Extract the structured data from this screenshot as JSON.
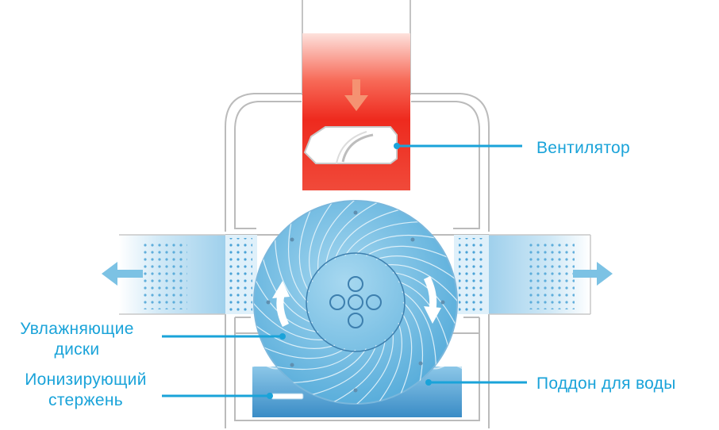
{
  "labels": {
    "fan": "Вентилятор",
    "discs_line1": "Увлажняющие",
    "discs_line2": "диски",
    "rod_line1": "Ионизирующий",
    "rod_line2": "стержень",
    "tray": "Поддон для воды"
  },
  "colors": {
    "accent": "#1aa3d9",
    "hot_air": "#ee2a1e",
    "hot_arrow": "#f59272",
    "disc_fill": "#7cc2e4",
    "water": "#4f9fd3",
    "outline": "#b8b8b8"
  },
  "icons": [
    "down-arrow-icon",
    "left-arrow-icon",
    "right-arrow-icon",
    "curved-up-arrow-icon",
    "curved-down-arrow-icon"
  ]
}
